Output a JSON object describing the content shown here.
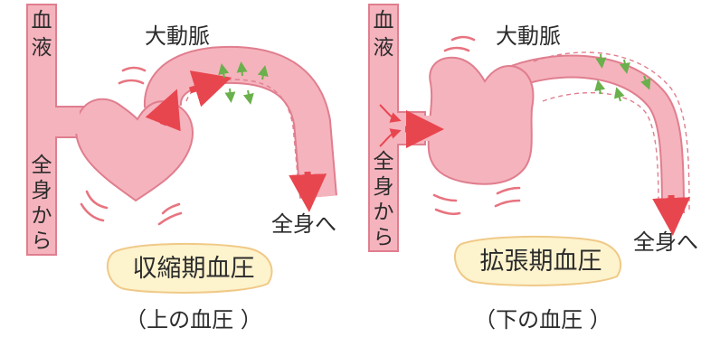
{
  "left_panel": {
    "blood_label": [
      "血",
      "液"
    ],
    "from_body_label": [
      "全",
      "身",
      "か",
      "ら"
    ],
    "aorta_label": "大動脈",
    "to_body_label": "全身へ",
    "pill_label": "収縮期血圧",
    "subtitle": "（上の血圧 ）"
  },
  "right_panel": {
    "blood_label": [
      "血",
      "液"
    ],
    "from_body_label": [
      "全",
      "身",
      "か",
      "ら"
    ],
    "aorta_label": "大動脈",
    "to_body_label": "全身へ",
    "pill_label": "拡張期血圧",
    "subtitle": "（下の血圧 ）"
  },
  "colors": {
    "vessel_fill": "#f5b3bd",
    "vessel_stroke": "#e07e8e",
    "arrow_red": "#e8464f",
    "arrow_green": "#6ab04c",
    "pill_fill": "#fdf3cd",
    "pill_stroke": "#f0c987",
    "vibration": "#e8737f"
  }
}
